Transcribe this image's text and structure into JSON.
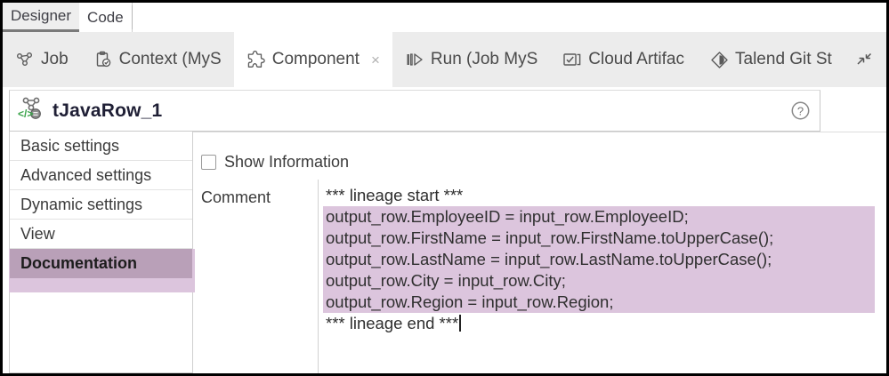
{
  "editor_tabs": [
    {
      "label": "Designer",
      "active": false
    },
    {
      "label": "Code",
      "active": true
    }
  ],
  "view_tabs": [
    {
      "label": "Job",
      "icon": "job-graph-icon",
      "active": false,
      "closable": false
    },
    {
      "label": "Context (MyS",
      "icon": "context-clipboard-icon",
      "active": false,
      "closable": false
    },
    {
      "label": "Component",
      "icon": "component-puzzle-icon",
      "active": true,
      "closable": true
    },
    {
      "label": "Run (Job MyS",
      "icon": "run-play-icon",
      "active": false,
      "closable": false
    },
    {
      "label": "Cloud Artifac",
      "icon": "cloud-artifact-icon",
      "active": false,
      "closable": false
    },
    {
      "label": "Talend Git St",
      "icon": "talend-git-diamond-icon",
      "active": false,
      "closable": false
    }
  ],
  "tab_close_glyph": "×",
  "minimize_control": "minimize-restore-icon",
  "component": {
    "icon": "tjavarow-code-icon",
    "title": "tJavaRow_1",
    "help_icon": "help-question-icon"
  },
  "sidebar": {
    "items": [
      {
        "label": "Basic settings",
        "selected": false
      },
      {
        "label": "Advanced settings",
        "selected": false
      },
      {
        "label": "Dynamic settings",
        "selected": false
      },
      {
        "label": "View",
        "selected": false
      },
      {
        "label": "Documentation",
        "selected": true
      }
    ]
  },
  "documentation": {
    "show_information": {
      "label": "Show Information",
      "checked": false
    },
    "comment_label": "Comment",
    "comment_lines": [
      {
        "text": "*** lineage start ***",
        "highlighted": false
      },
      {
        "text": "output_row.EmployeeID = input_row.EmployeeID;",
        "highlighted": true
      },
      {
        "text": "output_row.FirstName = input_row.FirstName.toUpperCase();",
        "highlighted": true
      },
      {
        "text": "output_row.LastName = input_row.LastName.toUpperCase();",
        "highlighted": true
      },
      {
        "text": "output_row.City = input_row.City;",
        "highlighted": true
      },
      {
        "text": "output_row.Region = input_row.Region;",
        "highlighted": true
      },
      {
        "text": "*** lineage end ***",
        "highlighted": false,
        "caret": true
      }
    ]
  },
  "colors": {
    "selection_fill": "#b9a0b8",
    "selection_glow": "#dcc5dd",
    "highlight": "#dcc5dd",
    "tabbar_bg": "#ececec",
    "active_tab_bg": "#ffffff"
  }
}
